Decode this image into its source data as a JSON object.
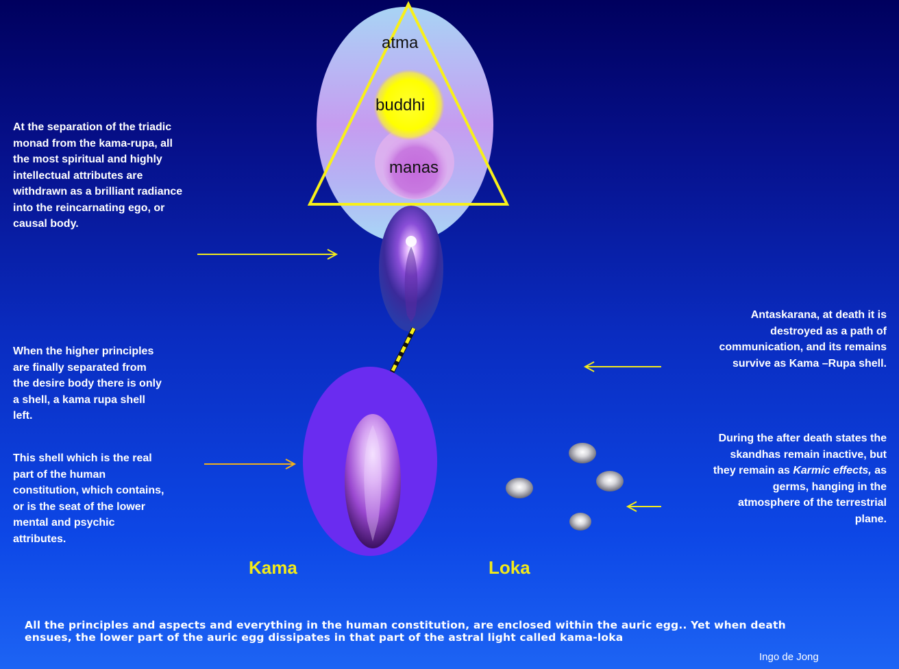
{
  "triad": {
    "atma": "atma",
    "buddhi": "buddhi",
    "manas": "manas"
  },
  "left_text": {
    "separation": [
      "At the separation of the triadic",
      "monad from the kama-rupa, all",
      "the most spiritual and highly",
      "intellectual attributes are",
      "withdrawn as a brilliant radiance",
      "into the reincarnating ego, or",
      "causal body."
    ],
    "higher_principles": [
      "When the higher principles",
      "are finally separated from",
      "the desire body there is only",
      "a shell, a kama rupa shell",
      "left."
    ],
    "shell": [
      "This shell which is the real",
      "part of the human",
      "constitution, which contains,",
      "or is the seat of the lower",
      "mental and psychic",
      "attributes."
    ]
  },
  "right_text": {
    "antaskarana": [
      "Antaskarana, at death it is",
      "destroyed as a path of",
      "communication, and its remains",
      "survive as Kama –Rupa shell."
    ],
    "skandhas": {
      "line1": "During the after death states the",
      "line2": "skandhas remain inactive, but",
      "line3_pre": "they remain as ",
      "line3_em": "Karmic effects,",
      "line3_post": " as",
      "line4": "germs, hanging in the",
      "line5": "atmosphere of the terrestrial",
      "line6": "plane."
    }
  },
  "kama_label": "Kama",
  "loka_label": "Loka",
  "footer": {
    "line1": "All the principles and aspects and everything in the human constitution, are enclosed within the auric egg.. Yet when death",
    "line2": "ensues, the lower part of the auric egg dissipates in that part of the astral light called kama-loka"
  },
  "credit": "Ingo de Jong",
  "colors": {
    "arrow_yellow": "#f4ec1c",
    "arrow_orange": "#f2b11c",
    "triangle": "#f8f01a",
    "buddhi_orb": "#ffff00",
    "kama_egg": "#6a2cf0"
  }
}
